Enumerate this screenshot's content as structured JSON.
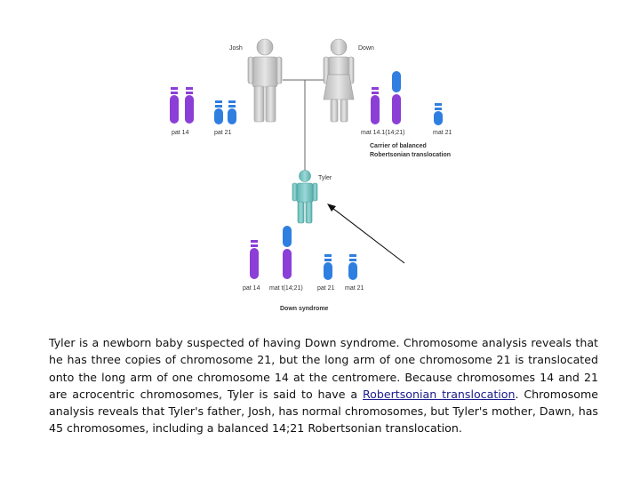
{
  "pedigree": {
    "father_label": "Josh",
    "mother_label": "Down",
    "child_label": "Tyler",
    "carrier_note_line1": "Carrier of balanced",
    "carrier_note_line2": "Robertsonian translocation",
    "diagnosis_label": "Down syndrome"
  },
  "chromosome_labels": {
    "father": [
      "pat 14",
      "pat 21"
    ],
    "mother": [
      "mat 14.1(14;21)",
      "mat 21"
    ],
    "child": [
      "pat 14",
      "mat t(14;21)",
      "pat 21",
      "mat 21"
    ]
  },
  "colors": {
    "chr14": "#8b3fd6",
    "chr21": "#2f7fe0",
    "father_figure": "#d0d0d0",
    "child_figure": "#77c6c4"
  },
  "caption": {
    "part1": "Tyler is a newborn baby suspected of having Down syndrome.  Chromosome analysis reveals that he has three copies of chromosome 21, but the long arm of one chromosome 21 is translocated onto the long arm of one chromosome 14 at the centromere. Because chromosomes 14 and 21 are acrocentric chromosomes, Tyler is said to have a ",
    "link": "Robertsonian translocation",
    "part2": ".   Chromosome analysis reveals that Tyler's father, Josh, has normal chromosomes, but Tyler's mother, Dawn, has 45 chromosomes, including a balanced 14;21 Robertsonian translocation."
  }
}
